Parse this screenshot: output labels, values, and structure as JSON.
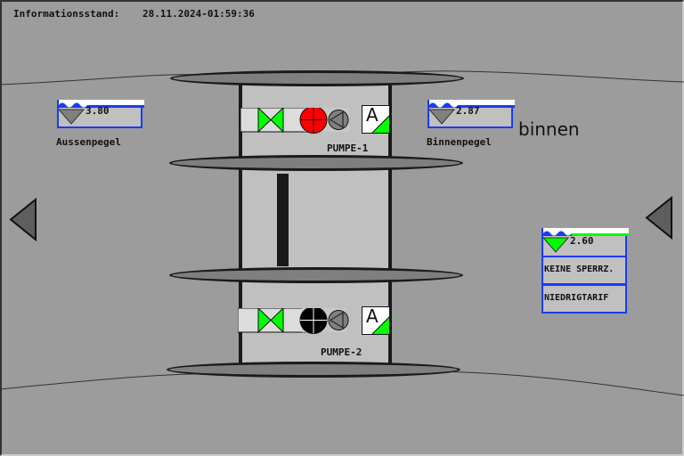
{
  "header": {
    "label": "Informationsstand:",
    "timestamp": "28.11.2024-01:59:36"
  },
  "gauges": {
    "aussen": {
      "value": "3.80",
      "label": "Aussenpegel"
    },
    "binnen": {
      "value": "2.87",
      "label": "Binnenpegel"
    },
    "third": {
      "value": "2.60"
    }
  },
  "side_label": "binnen",
  "pumps": [
    {
      "label": "PUMPE-1",
      "state_color": "#ff0000",
      "mode": "A"
    },
    {
      "label": "PUMPE-2",
      "state_color": "#000000",
      "mode": "A"
    }
  ],
  "status": {
    "sperr": "KEINE SPERRZ.",
    "tarif": "NIEDRIGTARIF"
  },
  "colors": {
    "valve": "#00ff00",
    "gauge_border": "#1a3cf0",
    "background": "#9c9c9c"
  }
}
